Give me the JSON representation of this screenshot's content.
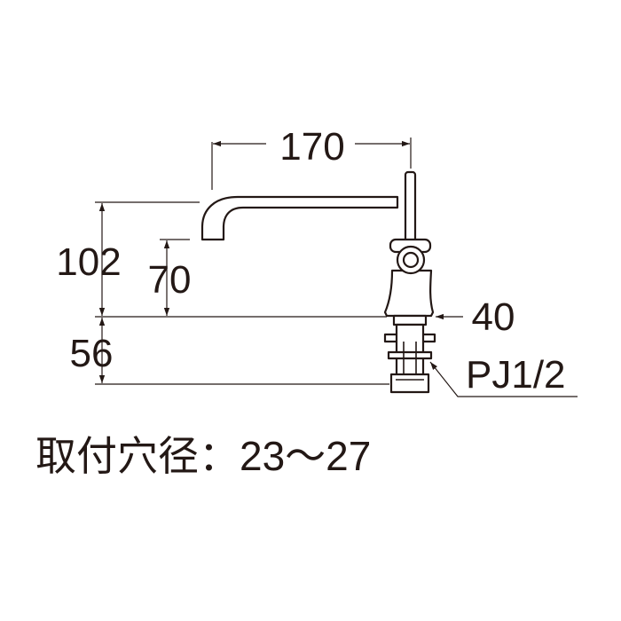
{
  "diagram": {
    "dimensions": {
      "spout_reach": "170",
      "total_height": "102",
      "spout_height": "70",
      "body_width": "40",
      "shank_length": "56"
    },
    "thread_spec": "PJ1/2",
    "mounting_hole_note": "取付穴径：23～27"
  },
  "colors": {
    "line": "#231815",
    "background": "#ffffff"
  }
}
